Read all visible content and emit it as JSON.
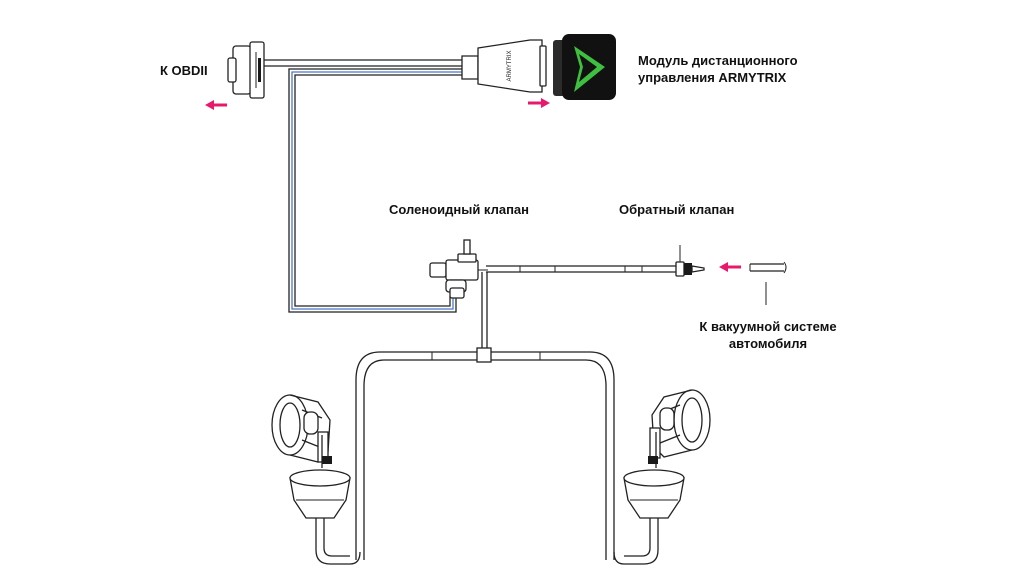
{
  "labels": {
    "obd": "К OBDII",
    "module_line1": "Модуль дистанционного",
    "module_line2": "управления ARMYTRIX",
    "solenoid": "Соленоидный клапан",
    "check_valve": "Обратный клапан",
    "vacuum_line1": "К вакуумной системе",
    "vacuum_line2": "автомобиля",
    "connector_mark": "ARMYTRIX"
  },
  "colors": {
    "arrow": "#e8196c",
    "module_body": "#111111",
    "module_logo": "#3fbf3f",
    "wire_blue": "#4a78c8",
    "line": "#222222"
  },
  "icons": {
    "arrow": "arrow-icon",
    "module_logo": "armytrix-logo-icon"
  }
}
